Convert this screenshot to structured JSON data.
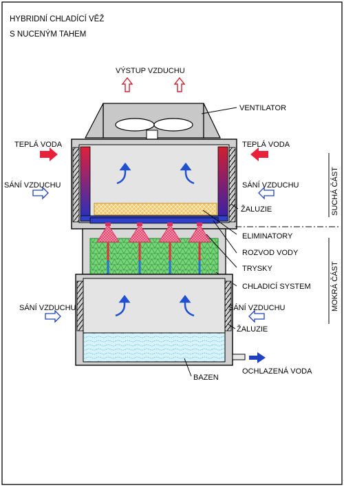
{
  "title": {
    "line1": "HYBRIDNÍ CHLADÍCÍ VĚŽ",
    "line2": "S NUCENÝM TAHEM"
  },
  "labels": {
    "air_outlet": "VÝSTUP VZDUCHU",
    "ventilator": "VENTILATOR",
    "warm_water_left": "TEPLÁ VODA",
    "warm_water_right": "TEPLÁ VODA",
    "air_intake_upper_left": "SÁNÍ VZDUCHU",
    "air_intake_upper_right": "SÁNÍ VZDUCHU",
    "louvers_upper": "ŽALUZIE",
    "eliminators": "ELIMINATORY",
    "water_distribution": "ROZVOD VODY",
    "nozzles": "TRYSKY",
    "cooling_system": "CHLADICÍ SYSTEM",
    "air_intake_lower_left": "SÁNÍ VZDUCHU",
    "air_intake_lower_right": "SÁNÍ VZDUCHU",
    "louvers_lower": "ŽALUZIE",
    "basin": "BAZEN",
    "cooled_water": "OCHLAZENÁ VODA"
  },
  "sections": {
    "dry": "SUCHÁ ČÁST",
    "wet": "MOKRÁ ČÁST"
  },
  "colors": {
    "hot": "#e8203a",
    "cold": "#2a6fd6",
    "casing": "#d8d8d8",
    "interior": "#e2e2e2",
    "fill_green": "#7ad27a",
    "eliminator": "#f0c060",
    "nozzle": "#e8507a",
    "water": "#d8f2fa",
    "arrow_air_in": "#2040c0",
    "arrow_air_out": "#d02030"
  }
}
